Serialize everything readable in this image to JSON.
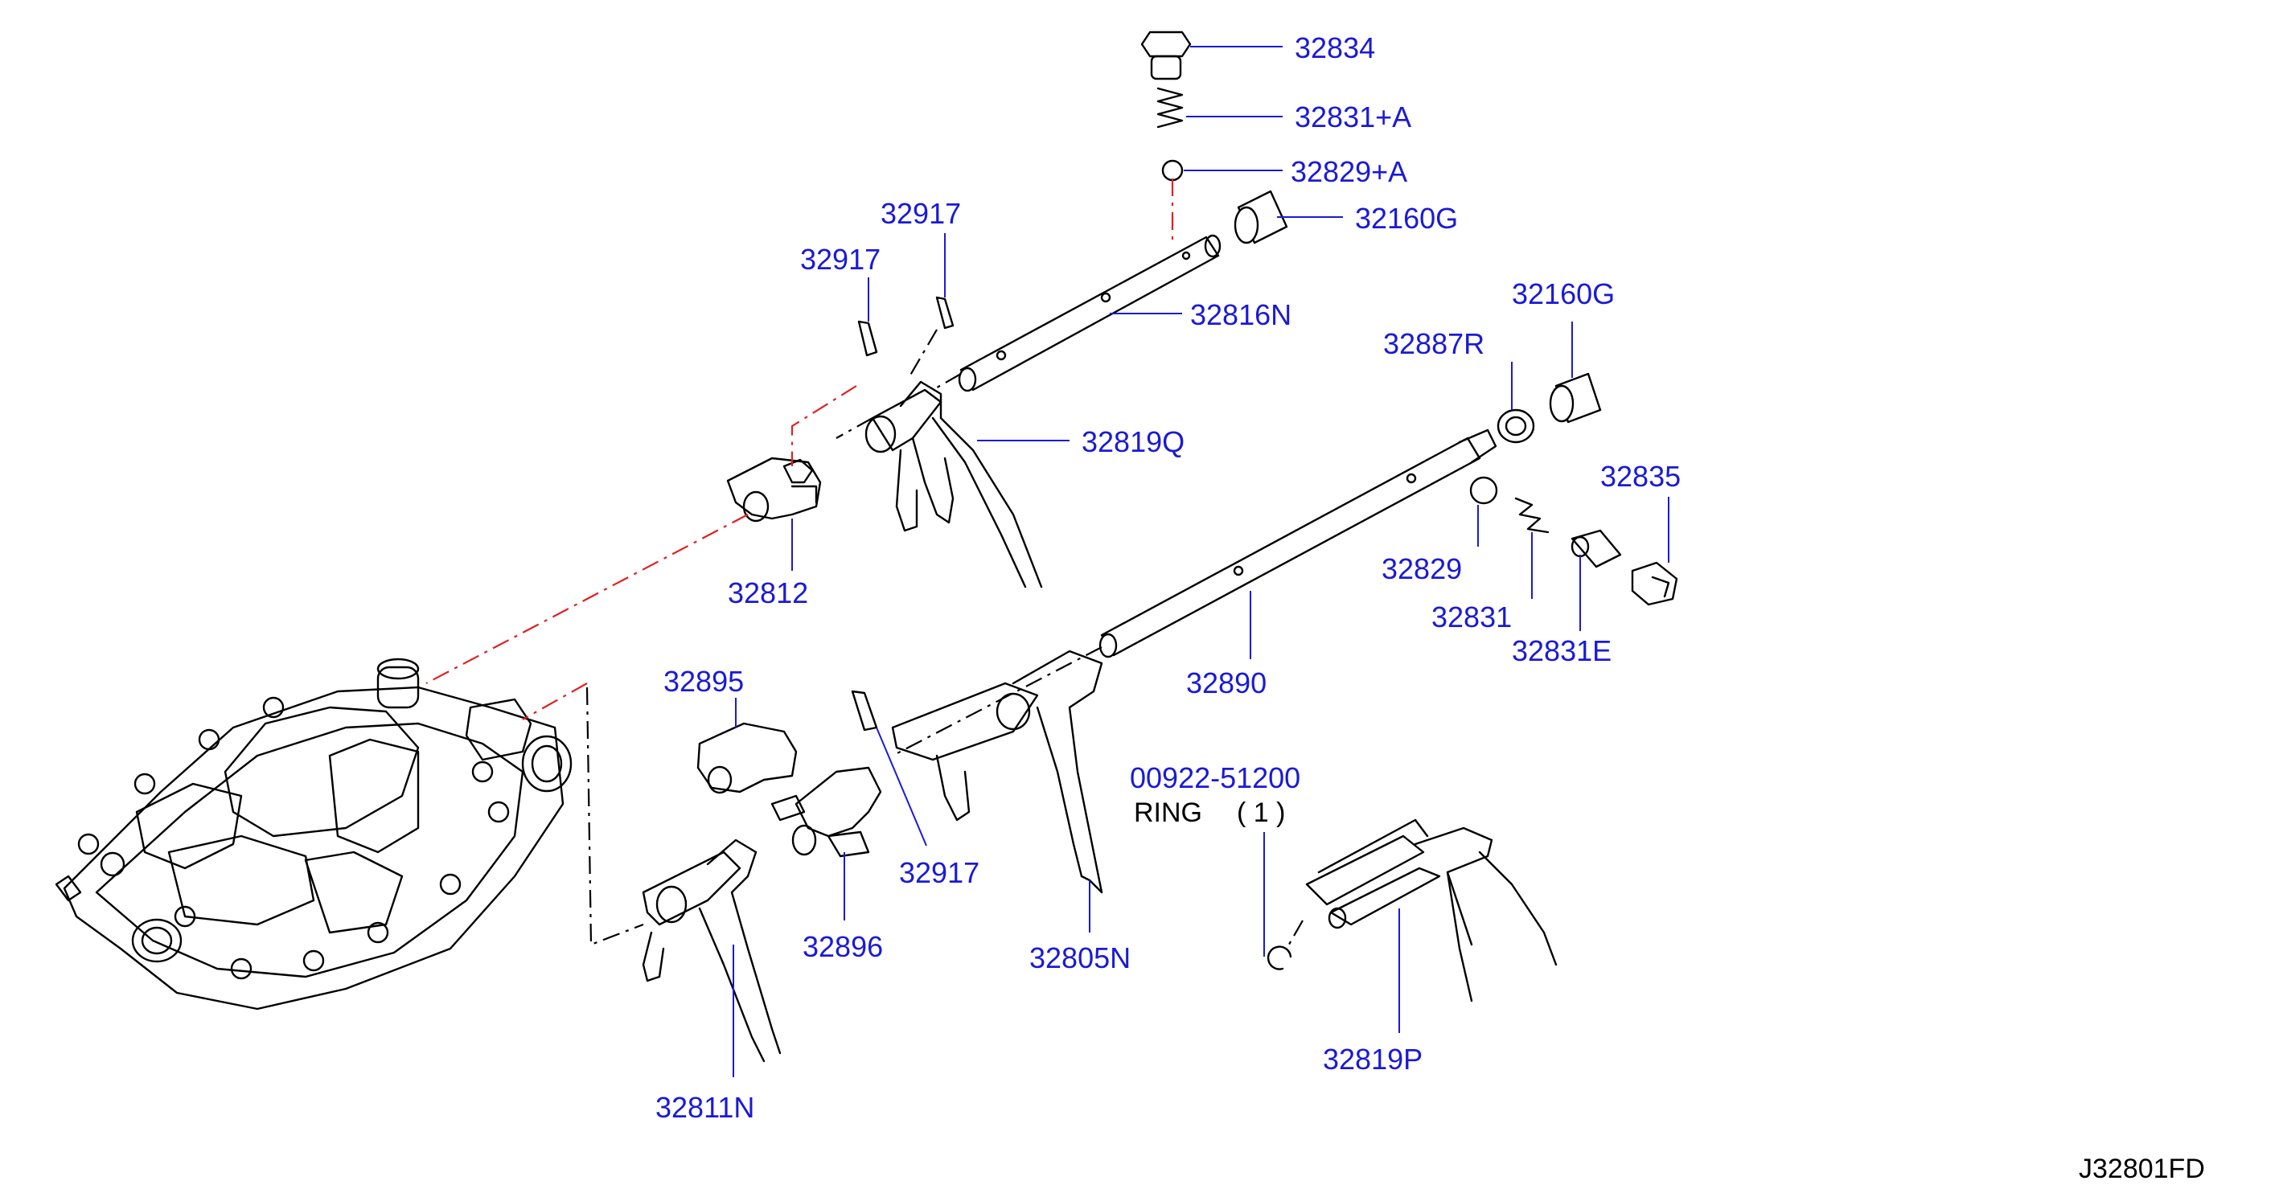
{
  "diagram_code": "J32801FD",
  "parts": [
    {
      "id": "p32834",
      "number": "32834"
    },
    {
      "id": "p32831a",
      "number": "32831+A"
    },
    {
      "id": "p32829a",
      "number": "32829+A"
    },
    {
      "id": "p32160g_top",
      "number": "32160G"
    },
    {
      "id": "p32917_a",
      "number": "32917"
    },
    {
      "id": "p32917_b",
      "number": "32917"
    },
    {
      "id": "p32816n",
      "number": "32816N"
    },
    {
      "id": "p32160g_right",
      "number": "32160G"
    },
    {
      "id": "p32887r",
      "number": "32887R"
    },
    {
      "id": "p32819q",
      "number": "32819Q"
    },
    {
      "id": "p32835",
      "number": "32835"
    },
    {
      "id": "p32812",
      "number": "32812"
    },
    {
      "id": "p32829",
      "number": "32829"
    },
    {
      "id": "p32831",
      "number": "32831"
    },
    {
      "id": "p32831e",
      "number": "32831E"
    },
    {
      "id": "p32890",
      "number": "32890"
    },
    {
      "id": "p32895",
      "number": "32895"
    },
    {
      "id": "p00922",
      "number": "00922-51200"
    },
    {
      "id": "p32917_c",
      "number": "32917"
    },
    {
      "id": "p32896",
      "number": "32896"
    },
    {
      "id": "p32805n",
      "number": "32805N"
    },
    {
      "id": "p32819p",
      "number": "32819P"
    },
    {
      "id": "p32811n",
      "number": "32811N"
    }
  ],
  "ring_note": {
    "name": "RING",
    "qty": "( 1 )"
  }
}
